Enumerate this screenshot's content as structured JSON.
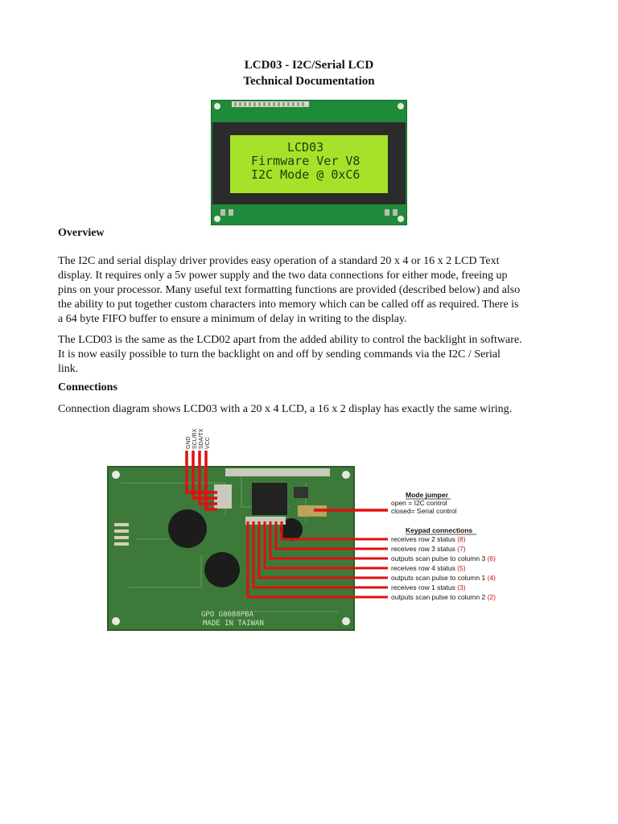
{
  "document": {
    "title_line1": "LCD03 - I2C/Serial LCD",
    "title_line2": "Technical Documentation"
  },
  "lcd_photo": {
    "display_lines": [
      "LCD03",
      "Firmware Ver V8",
      "I2C Mode @ 0xC6"
    ],
    "backlight_color": "#a6e22a"
  },
  "overview": {
    "heading": "Overview",
    "lines1": [
      "The I2C and serial display driver provides easy operation of a standard 20 x 4 or 16 x 2 LCD Text",
      "display. It requires only a 5v power supply and the two data connections for either mode, freeing up",
      "pins on your processor. Many useful text formatting functions are provided (described below) and also",
      "the ability to put together custom characters into memory which can be called off as required. There is",
      "a 64 byte FIFO buffer to ensure a minimum of delay in writing to the display."
    ],
    "lines2": [
      "The LCD03 is the same as the LCD02 apart from the added ability to control the backlight in software.",
      "It is now easily possible to turn the backlight on and off by sending commands via the I2C / Serial",
      "link."
    ]
  },
  "connections": {
    "heading": "Connections",
    "text": "Connection diagram shows LCD03 with a 20 x 4 LCD, a 16 x 2 display has exactly the same wiring."
  },
  "diagram": {
    "pins": [
      "GND",
      "SCL/RX",
      "SDA/TX",
      "VCC"
    ],
    "mode_jumper": {
      "title": "Mode jumper",
      "open": "open = I2C control",
      "closed": "closed= Serial control"
    },
    "keypad": {
      "title": "Keypad connections",
      "rows": [
        {
          "text": "receives row 2 status",
          "num": "(8)"
        },
        {
          "text": "receives row 3 status",
          "num": "(7)"
        },
        {
          "text": "outputs scan pulse to column 3",
          "num": "(6)"
        },
        {
          "text": "receives row 4 status",
          "num": "(5)"
        },
        {
          "text": "outputs scan pulse to column 1",
          "num": "(4)"
        },
        {
          "text": "receives row 1 status",
          "num": "(3)"
        },
        {
          "text": "outputs scan pulse to column 2",
          "num": "(2)"
        }
      ]
    },
    "pcb_marking_1": "GPO G0080PBA",
    "pcb_marking_2": "MADE IN TAIWAN",
    "wire_color": "#e01010"
  }
}
